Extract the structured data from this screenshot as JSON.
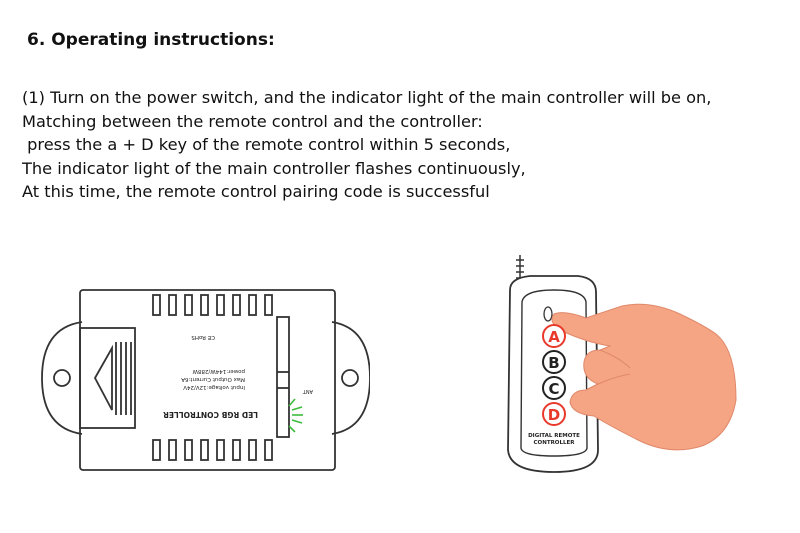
{
  "heading": "6. Operating instructions:",
  "instructions": [
    "(1) Turn on the power switch, and the indicator light of the main controller will be on,",
    "Matching between the remote control and the controller:",
    " press the a + D key of the remote control within 5 seconds,",
    "The indicator light of the main controller flashes continuously,",
    "At this time, the remote control pairing code is successful"
  ],
  "controller": {
    "label": "LED RGB CONTROLLER",
    "spec_lines": [
      "Input voltage:12V/24V",
      "Max Output Current:6A",
      "power:144W/288W"
    ],
    "ce_mark": "CE RoHS",
    "port_label": "ANT"
  },
  "remote": {
    "buttons": [
      "A",
      "B",
      "C",
      "D"
    ],
    "label_lines": [
      "DIGITAL REMOTE",
      "CONTROLLER"
    ]
  },
  "colors": {
    "text": "#111111",
    "highlight": "#e8392b",
    "hand": "#f5a584",
    "led": "#3dbb3d"
  }
}
